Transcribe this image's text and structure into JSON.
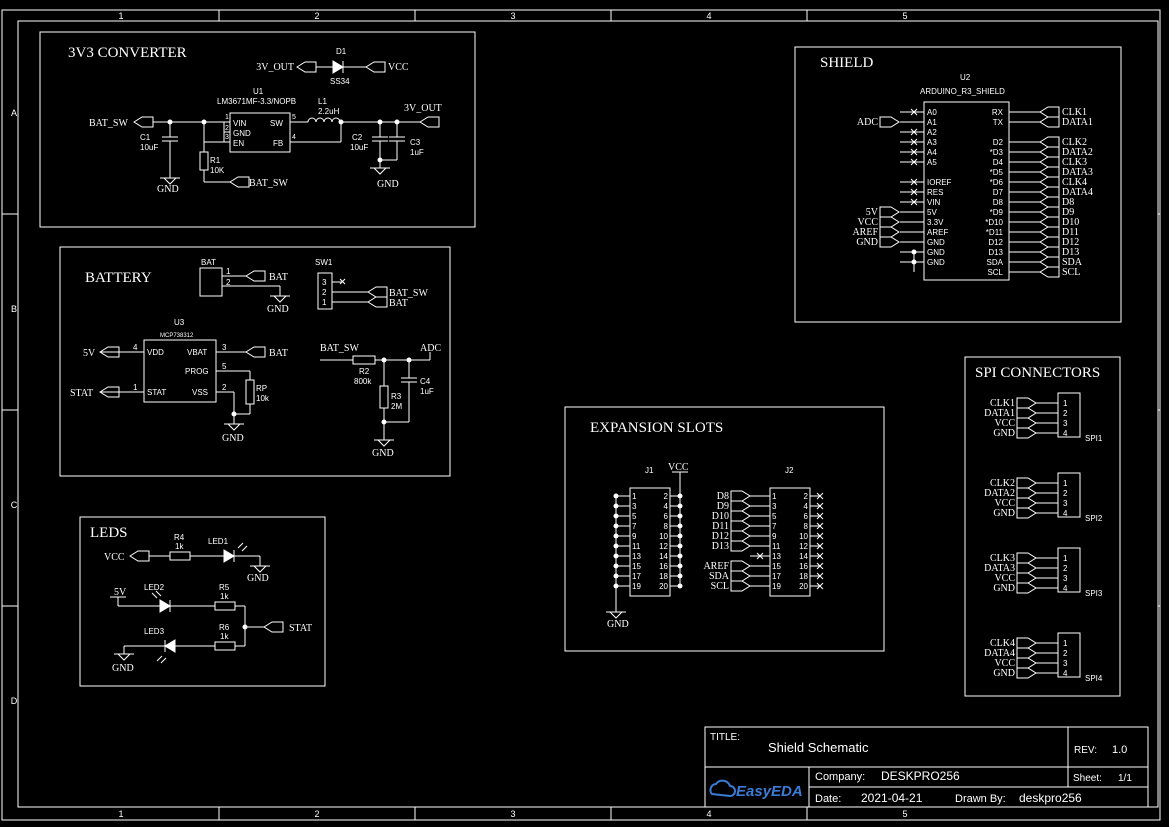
{
  "frame": {
    "cols": [
      "1",
      "2",
      "3",
      "4",
      "5"
    ],
    "rows": [
      "A",
      "B",
      "C",
      "D"
    ]
  },
  "title_block": {
    "title_label": "TITLE:",
    "title": "Shield Schematic",
    "rev_label": "REV:",
    "rev": "1.0",
    "company_label": "Company:",
    "company": "DESKPRO256",
    "sheet_label": "Sheet:",
    "sheet": "1/1",
    "date_label": "Date:",
    "date": "2021-04-21",
    "drawn_label": "Drawn By:",
    "drawn_by": "deskpro256",
    "logo": "EasyEDA"
  },
  "converter": {
    "title": "3V3 CONVERTER",
    "nets": {
      "bat_sw": "BAT_SW",
      "v3_out": "3V_OUT",
      "v3_out_top": "3V_OUT",
      "vcc": "VCC",
      "bat_sw_en": "BAT_SW",
      "gnd1": "GND",
      "gnd2": "GND"
    },
    "d1": {
      "ref": "D1",
      "value": "SS34"
    },
    "u1": {
      "ref": "U1",
      "value": "LM3671MF-3.3/NOPB",
      "pins": [
        "VIN",
        "GND",
        "EN",
        "SW",
        "FB"
      ],
      "nums": [
        "1",
        "2",
        "3",
        "5",
        "4"
      ]
    },
    "l1": {
      "ref": "L1",
      "value": "2.2uH"
    },
    "c1": {
      "ref": "C1",
      "value": "10uF"
    },
    "c2": {
      "ref": "C2",
      "value": "10uF"
    },
    "c3": {
      "ref": "C3",
      "value": "1uF"
    },
    "r1": {
      "ref": "R1",
      "value": "10K"
    }
  },
  "battery": {
    "title": "BATTERY",
    "bat": {
      "ref": "BAT",
      "pins": [
        "1",
        "2"
      ],
      "net": "BAT",
      "gnd": "GND"
    },
    "sw1": {
      "ref": "SW1",
      "pins": [
        "3",
        "2",
        "1"
      ],
      "nets": [
        "BAT_SW",
        "BAT"
      ]
    },
    "u3": {
      "ref": "U3",
      "value": "MCP738312",
      "pins": [
        "VDD",
        "STAT",
        "VBAT",
        "PROG",
        "VSS"
      ],
      "nums": [
        "4",
        "1",
        "3",
        "5",
        "2"
      ]
    },
    "nets": {
      "v5": "5V",
      "stat": "STAT",
      "bat": "BAT",
      "gnd": "GND",
      "bat_sw": "BAT_SW",
      "adc": "ADC",
      "gnd2": "GND"
    },
    "rp": {
      "ref": "RP",
      "value": "10k"
    },
    "r2": {
      "ref": "R2",
      "value": "800k"
    },
    "r3": {
      "ref": "R3",
      "value": "2M"
    },
    "c4": {
      "ref": "C4",
      "value": "1uF"
    }
  },
  "leds": {
    "title": "LEDS",
    "nets": {
      "vcc": "VCC",
      "v5": "5V",
      "gnd1": "GND",
      "gnd2": "GND",
      "stat": "STAT"
    },
    "r4": {
      "ref": "R4",
      "value": "1k"
    },
    "r5": {
      "ref": "R5",
      "value": "1k"
    },
    "r6": {
      "ref": "R6",
      "value": "1k"
    },
    "led1": "LED1",
    "led2": "LED2",
    "led3": "LED3"
  },
  "expansion": {
    "title": "EXPANSION SLOTS",
    "j1": {
      "ref": "J1",
      "net": "VCC",
      "gnd": "GND",
      "left": [
        "1",
        "3",
        "5",
        "7",
        "9",
        "11",
        "13",
        "15",
        "17",
        "19"
      ],
      "right": [
        "2",
        "4",
        "6",
        "8",
        "10",
        "12",
        "14",
        "16",
        "18",
        "20"
      ]
    },
    "j2": {
      "ref": "J2",
      "nets": [
        "D8",
        "D9",
        "D10",
        "D11",
        "D12",
        "D13",
        "",
        "AREF",
        "SDA",
        "SCL"
      ],
      "left": [
        "1",
        "3",
        "5",
        "7",
        "9",
        "11",
        "13",
        "15",
        "17",
        "19"
      ],
      "right": [
        "2",
        "4",
        "6",
        "8",
        "10",
        "12",
        "14",
        "16",
        "18",
        "20"
      ]
    }
  },
  "shield": {
    "title": "SHIELD",
    "u2": {
      "ref": "U2",
      "value": "ARDUINO_R3_SHIELD"
    },
    "left_pins": [
      "A0",
      "A1",
      "A2",
      "A3",
      "A4",
      "A5",
      "",
      "IOREF",
      "RES",
      "VIN",
      "5V",
      "3.3V",
      "AREF",
      "GND",
      "GND",
      "GND"
    ],
    "left_nets": [
      "",
      "ADC",
      "",
      "",
      "",
      "",
      "",
      "",
      "",
      "",
      "5V",
      "VCC",
      "AREF",
      "GND",
      "",
      ""
    ],
    "right_pins": [
      "RX",
      "TX",
      "",
      "D2",
      "*D3",
      "D4",
      "*D5",
      "*D6",
      "D7",
      "D8",
      "*D9",
      "*D10",
      "*D11",
      "D12",
      "D13",
      "SDA",
      "SCL"
    ],
    "right_nets": [
      "CLK1",
      "DATA1",
      "",
      "CLK2",
      "DATA2",
      "CLK3",
      "DATA3",
      "CLK4",
      "DATA4",
      "D8",
      "D9",
      "D10",
      "D11",
      "D12",
      "D13",
      "SDA",
      "SCL"
    ]
  },
  "spi": {
    "title": "SPI CONNECTORS",
    "pins": [
      "1",
      "2",
      "3",
      "4"
    ],
    "connectors": [
      {
        "ref": "SPI1",
        "nets": [
          "CLK1",
          "DATA1",
          "VCC",
          "GND"
        ]
      },
      {
        "ref": "SPI2",
        "nets": [
          "CLK2",
          "DATA2",
          "VCC",
          "GND"
        ]
      },
      {
        "ref": "SPI3",
        "nets": [
          "CLK3",
          "DATA3",
          "VCC",
          "GND"
        ]
      },
      {
        "ref": "SPI4",
        "nets": [
          "CLK4",
          "DATA4",
          "VCC",
          "GND"
        ]
      }
    ]
  }
}
